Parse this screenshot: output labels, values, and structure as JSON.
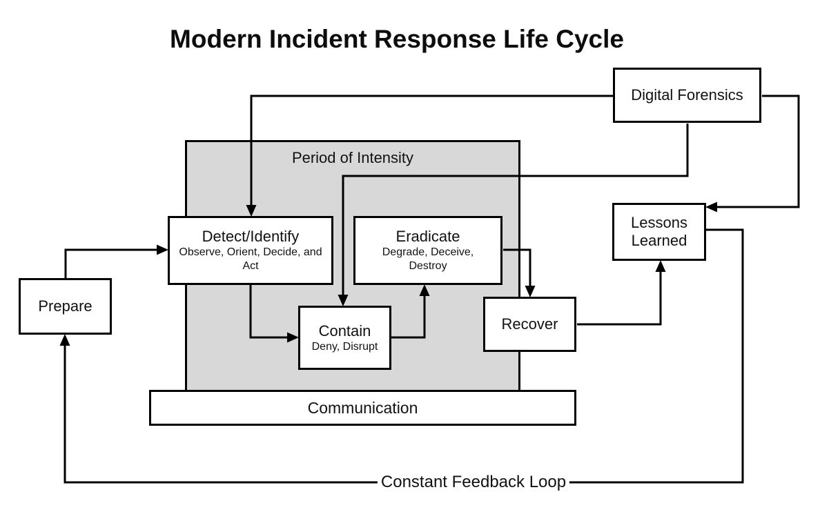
{
  "title": "Modern Incident Response Life Cycle",
  "colors": {
    "background": "#ffffff",
    "box_fill": "#ffffff",
    "box_border": "#000000",
    "intensity_fill": "#d8d8d8",
    "arrow": "#000000",
    "text": "#111111"
  },
  "nodes": {
    "prepare": {
      "label": "Prepare"
    },
    "digital_forensics": {
      "label": "Digital Forensics"
    },
    "period_of_intensity": {
      "label": "Period of Intensity"
    },
    "detect_identify": {
      "title": "Detect/Identify",
      "subtitle": "Observe, Orient, Decide, and Act"
    },
    "eradicate": {
      "title": "Eradicate",
      "subtitle": "Degrade, Deceive, Destroy"
    },
    "contain": {
      "title": "Contain",
      "subtitle": "Deny, Disrupt"
    },
    "recover": {
      "label": "Recover"
    },
    "lessons_learned": {
      "label": "Lessons Learned"
    },
    "communication": {
      "label": "Communication"
    }
  },
  "labels": {
    "feedback_loop": "Constant Feedback Loop"
  },
  "edges": [
    {
      "from": "prepare",
      "to": "detect_identify"
    },
    {
      "from": "digital_forensics",
      "to": "detect_identify"
    },
    {
      "from": "digital_forensics",
      "to": "contain"
    },
    {
      "from": "digital_forensics",
      "to": "lessons_learned"
    },
    {
      "from": "detect_identify",
      "to": "contain"
    },
    {
      "from": "contain",
      "to": "eradicate"
    },
    {
      "from": "eradicate",
      "to": "recover"
    },
    {
      "from": "recover",
      "to": "lessons_learned"
    },
    {
      "from": "lessons_learned",
      "to": "prepare",
      "label": "Constant Feedback Loop"
    }
  ]
}
